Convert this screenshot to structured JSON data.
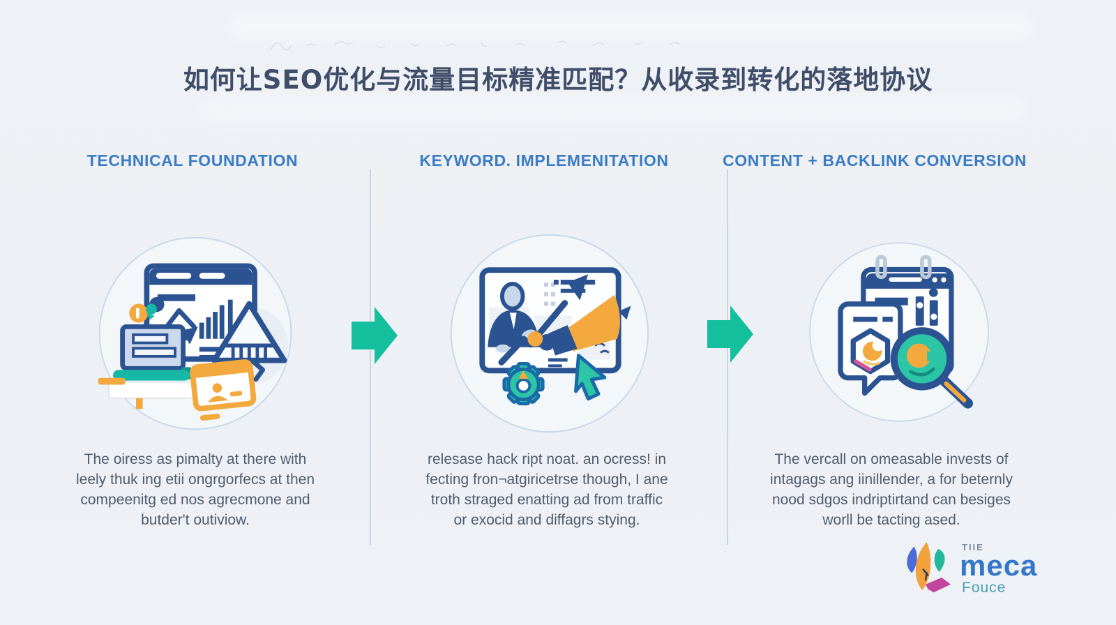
{
  "title": "如何让SEO优化与流量目标精准匹配？从收录到转化的落地协议",
  "columns": [
    {
      "heading": "TECHNICAL FOUNDATION",
      "illustration": "browser-analytics-laptop-pyramid",
      "body_lines": [
        "The oiress as pimalty at there with",
        "leely thuk ing etii ongrgorfecs at then",
        "compeenitg ed nos agrecmone and",
        "butder't outiviow."
      ]
    },
    {
      "heading": "KEYWORD. IMPLEMENITATION",
      "illustration": "presenter-megaphone-growth-arrow",
      "body_lines": [
        "relesase hack ript noat. an ocress! in",
        "fecting fron¬atgiricetrse though, I ane",
        "troth straged enatting ad from traffic",
        "or exocid and diffagrs stying."
      ]
    },
    {
      "heading": "CONTENT + BACKLINK CONVERSION",
      "illustration": "calendar-document-magnifier",
      "body_lines": [
        "The vercall on omeasable invests of",
        "intagags ang iinillender, a for beternly",
        "nood sdgos indriptirtand can besiges",
        "worll be tacting ased."
      ]
    }
  ],
  "logo": {
    "top_label": "TIIE",
    "brand": "meca",
    "sub_label": "Fouce"
  },
  "colors": {
    "background": "#edf0f4",
    "title": "#404d68",
    "heading": "#3a7cc6",
    "body": "#505c6c",
    "arrow_green": "#13bf9c",
    "illustration_navy": "#2b5392",
    "illustration_orange": "#f3a93e",
    "illustration_teal": "#2cc5a5",
    "logo_blue": "#3577c8",
    "logo_magenta": "#c2459e"
  }
}
